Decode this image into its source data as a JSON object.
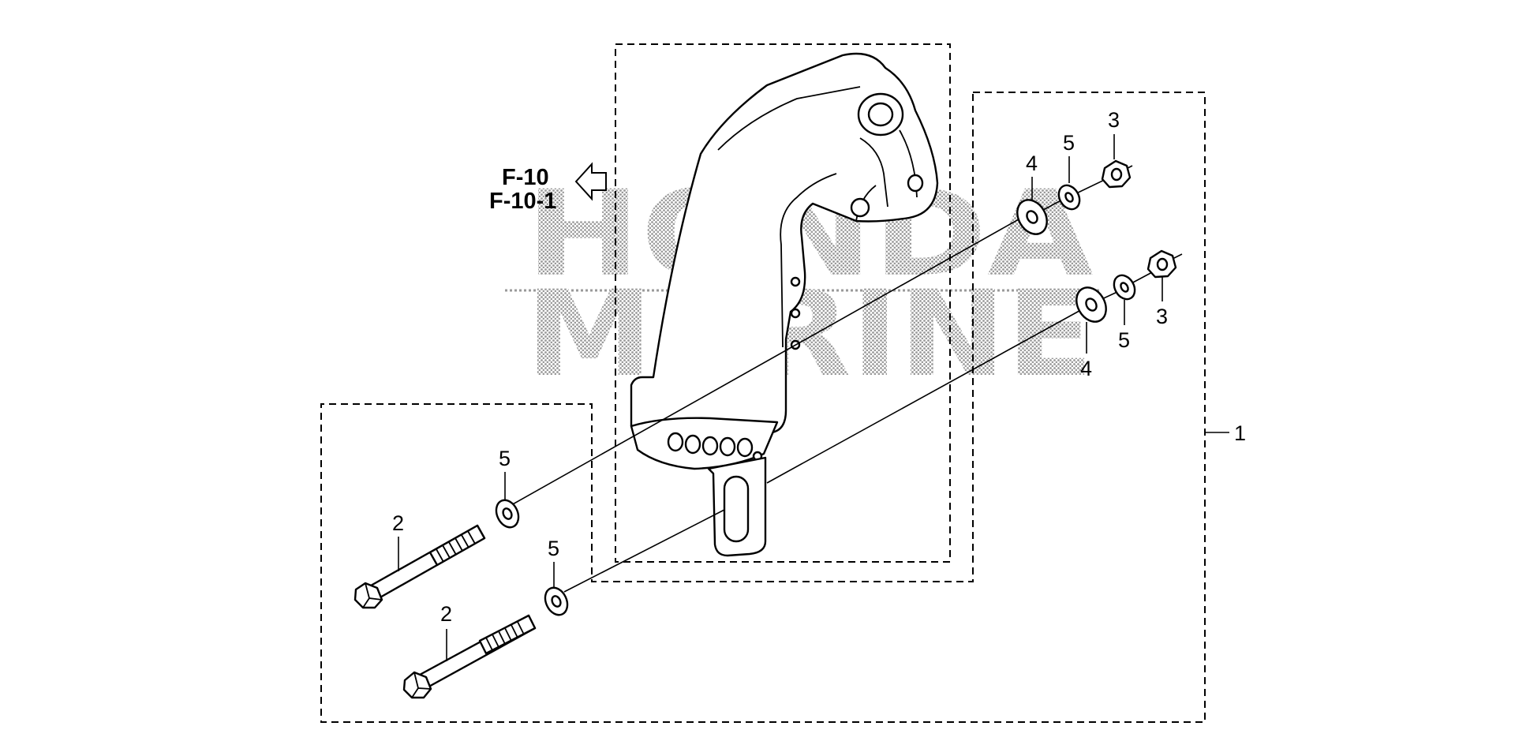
{
  "diagram": {
    "reference": {
      "labels": [
        "F-10",
        "F-10-1"
      ],
      "arrow_icon": "outline-left-arrow-icon"
    },
    "watermark": {
      "line1": "HONDA",
      "line2": "MARINE",
      "color": "#b8b8b8"
    },
    "callouts": {
      "assembly": "1",
      "bolt_upper": "2",
      "bolt_lower": "2",
      "nut_upper": "3",
      "nut_lower": "3",
      "washer_large_upper": "4",
      "washer_large_lower": "4",
      "washer_small_upper_right": "5",
      "washer_small_lower_right": "5",
      "washer_small_upper_left": "5",
      "washer_small_lower_left": "5"
    }
  }
}
